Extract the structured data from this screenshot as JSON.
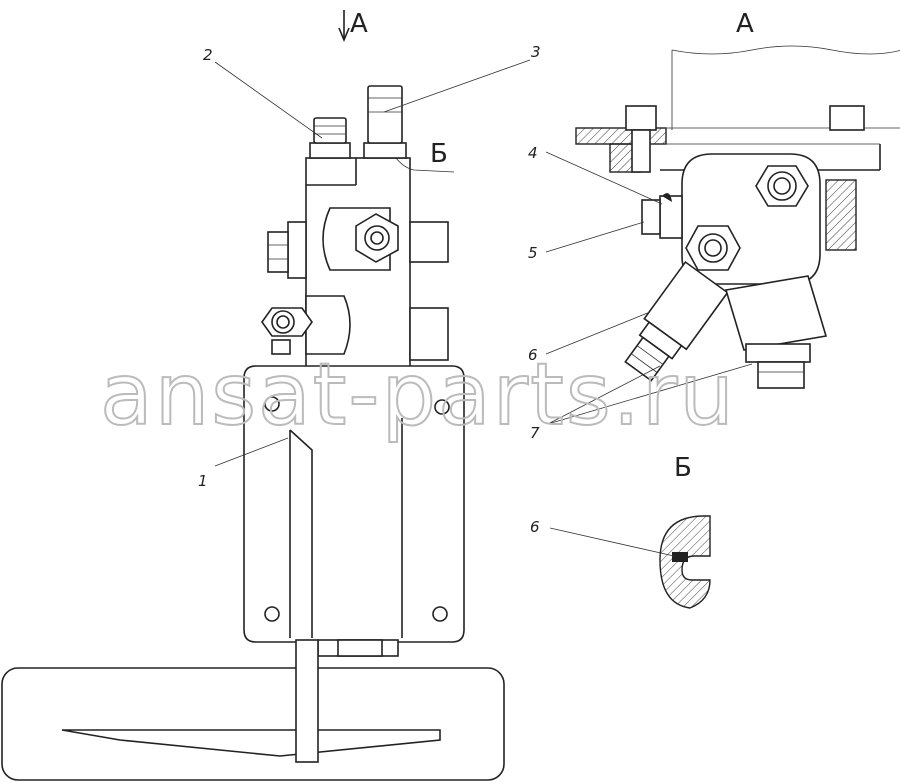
{
  "watermark": "ansat-parts.ru",
  "views": {
    "arrow_a": "A",
    "view_a": "A",
    "section_b": "Б",
    "view_b": "Б"
  },
  "callouts": [
    "1",
    "2",
    "3",
    "4",
    "5",
    "6",
    "6",
    "7"
  ]
}
